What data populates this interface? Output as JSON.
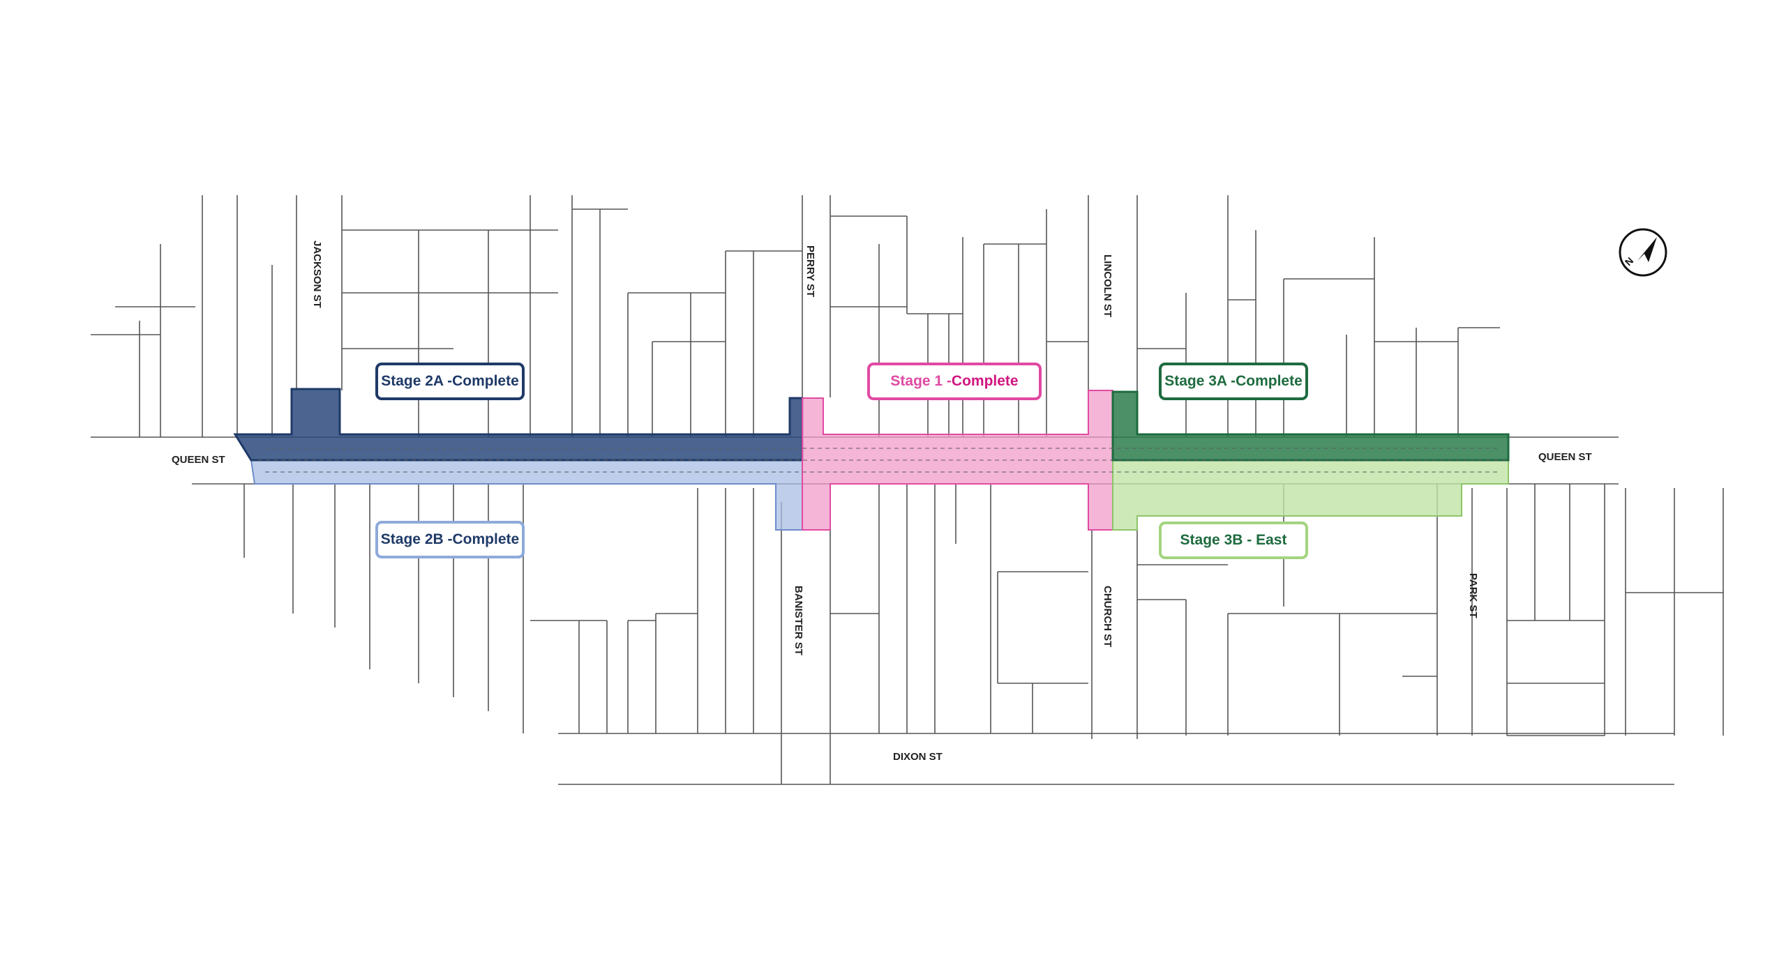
{
  "streets": {
    "queen_west": "QUEEN ST",
    "queen_east": "QUEEN ST",
    "jackson": "JACKSON ST",
    "perry": "PERRY ST",
    "lincoln": "LINCOLN ST",
    "banister": "BANISTER ST",
    "church": "CHURCH ST",
    "park": "PARK ST",
    "dixon": "DIXON ST"
  },
  "stages": [
    {
      "id": "stage-2a",
      "name": "Stage 2A -",
      "status": "Complete",
      "color": "#1f3a68",
      "fill": "#2c4a7c"
    },
    {
      "id": "stage-1",
      "name": "Stage 1 - ",
      "status": "Complete",
      "color": "#e04aa2",
      "fill": "#f29cc9"
    },
    {
      "id": "stage-3a",
      "name": "Stage 3A - ",
      "status": "Complete",
      "color": "#1e6b3f",
      "fill": "#2d7d4e"
    },
    {
      "id": "stage-2b",
      "name": "Stage 2B - ",
      "status": "Complete",
      "color": "#8eaadb",
      "fill": "#a8bde4"
    },
    {
      "id": "stage-3b",
      "name": "Stage 3B - East",
      "status": "",
      "color": "#a3d47f",
      "fill": "#c2e3a6"
    }
  ],
  "north_arrow": {
    "icon": "north-arrow-icon",
    "letter": "N"
  }
}
